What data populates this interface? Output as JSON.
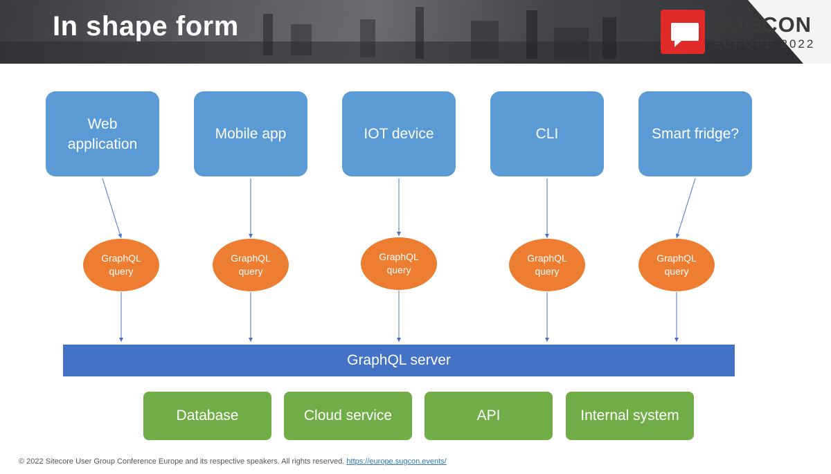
{
  "header": {
    "title": "In shape form",
    "logo": {
      "name": "SUGCON",
      "subtitle": "EUROPE 2022"
    }
  },
  "diagram": {
    "clients": [
      {
        "label": "Web\napplication"
      },
      {
        "label": "Mobile app"
      },
      {
        "label": "IOT device"
      },
      {
        "label": "CLI"
      },
      {
        "label": "Smart fridge?"
      }
    ],
    "query_label": "GraphQL\nquery",
    "server_label": "GraphQL server",
    "backends": [
      "Database",
      "Cloud service",
      "API",
      "Internal system"
    ],
    "colors": {
      "client": "#5b9bd5",
      "query": "#ed7d31",
      "server": "#4472c4",
      "backend": "#70ad47",
      "arrow": "#4472c4"
    }
  },
  "footer": {
    "copyright": "© 2022 Sitecore User Group Conference Europe and its respective speakers.  All rights reserved.",
    "link": "https://europe.sugcon.events/"
  }
}
